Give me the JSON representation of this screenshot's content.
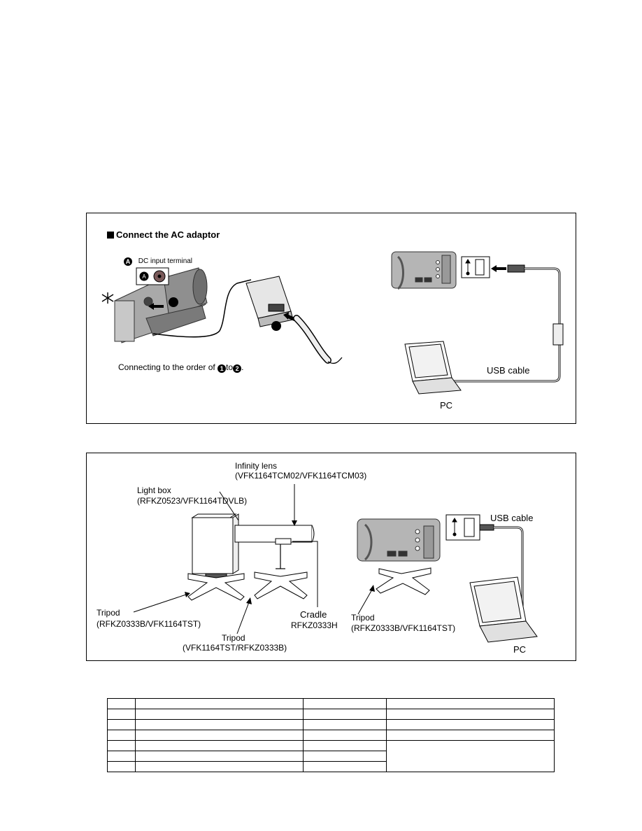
{
  "panel1": {
    "heading": "Connect the AC adaptor",
    "label_a_letter": "A",
    "label_a_text": "DC input terminal",
    "step1": "1",
    "step2": "2",
    "caption_prefix": "Connecting to the order of ",
    "caption_mid": "to",
    "caption_suffix": ".",
    "usb_cable": "USB cable",
    "pc": "PC",
    "icon_usb": "usb-icon"
  },
  "panel2": {
    "infinity_lens": "Infinity lens",
    "infinity_lens_models": "(VFK1164TCM02/VFK1164TCM03)",
    "light_box": "Light box",
    "light_box_models": "(RFKZ0523/VFK1164TDVLB)",
    "tripod_left": "Tripod",
    "tripod_left_models": "(RFKZ0333B/VFK1164TST)",
    "tripod_center": "Tripod",
    "tripod_center_models": "(VFK1164TST/RFKZ0333B)",
    "cradle": "Cradle",
    "cradle_model": "RFKZ0333H",
    "usb_cable": "USB cable",
    "tripod_right": "Tripod",
    "tripod_right_models": "(RFKZ0333B/VFK1164TST)",
    "pc": "PC"
  },
  "parts_table": {
    "rows": 7,
    "columns": 4
  }
}
